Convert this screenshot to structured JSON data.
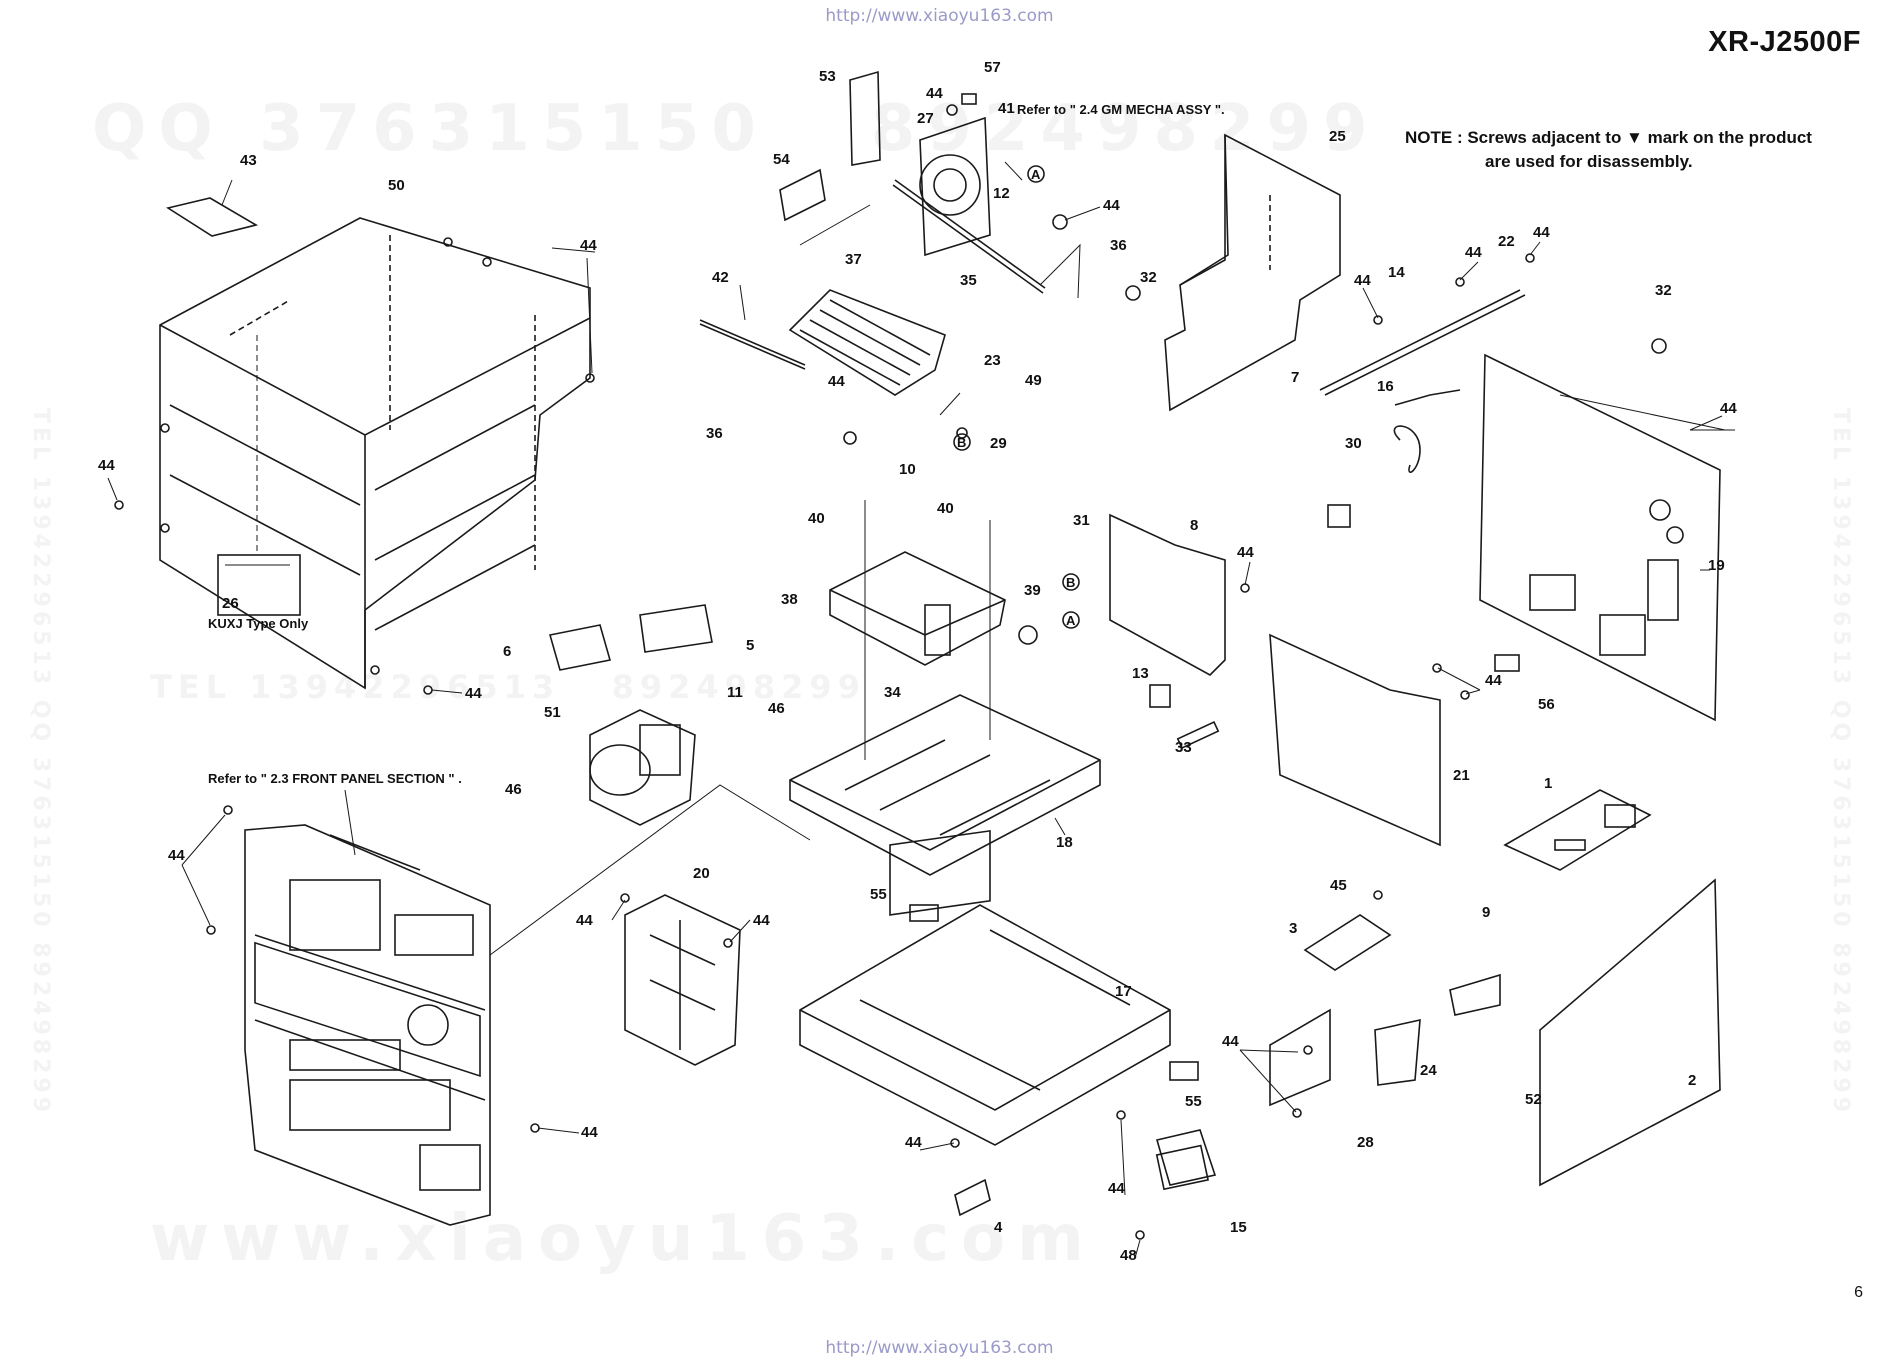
{
  "header": {
    "url_top": "http://www.xiaoyu163.com",
    "model": "XR-J2500F"
  },
  "note": {
    "line1": "NOTE : Screws adjacent to ▼ mark on the product",
    "line2": "are used for disassembly."
  },
  "references": {
    "mecha": "Refer to \" 2.4 GM MECHA ASSY \".",
    "front_panel": "Refer to \" 2.3 FRONT PANEL SECTION \" .",
    "kuxj": "KUXJ Type Only"
  },
  "callouts": {
    "a": "A",
    "b": "B"
  },
  "watermarks": {
    "qq": "QQ 376315150   892498299",
    "tel": "TEL 13942296513   892498299",
    "www": "www.xiaoyu163.com",
    "side_left": "TEL 13942296513 QQ 376315150 892498299",
    "side_right": "TEL 13942296513 QQ 376315150 892498299"
  },
  "footer": {
    "url_bottom": "http://www.xiaoyu163.com",
    "page_number": "6"
  },
  "parts": {
    "p1": "1",
    "p2": "2",
    "p3": "3",
    "p4": "4",
    "p5": "5",
    "p6": "6",
    "p7": "7",
    "p8": "8",
    "p9": "9",
    "p10": "10",
    "p11": "11",
    "p12": "12",
    "p13": "13",
    "p14": "14",
    "p15": "15",
    "p16": "16",
    "p17": "17",
    "p18": "18",
    "p19": "19",
    "p20": "20",
    "p21": "21",
    "p22": "22",
    "p23": "23",
    "p24": "24",
    "p25": "25",
    "p26": "26",
    "p27": "27",
    "p28": "28",
    "p29": "29",
    "p30": "30",
    "p31": "31",
    "p32": "32",
    "p33": "33",
    "p34": "34",
    "p35": "35",
    "p36": "36",
    "p37": "37",
    "p38": "38",
    "p39": "39",
    "p40": "40",
    "p41": "41",
    "p42": "42",
    "p43": "43",
    "p44": "44",
    "p45": "45",
    "p46": "46",
    "p48": "48",
    "p49": "49",
    "p50": "50",
    "p51": "51",
    "p52": "52",
    "p53": "53",
    "p54": "54",
    "p55": "55",
    "p56": "56",
    "p57": "57"
  }
}
